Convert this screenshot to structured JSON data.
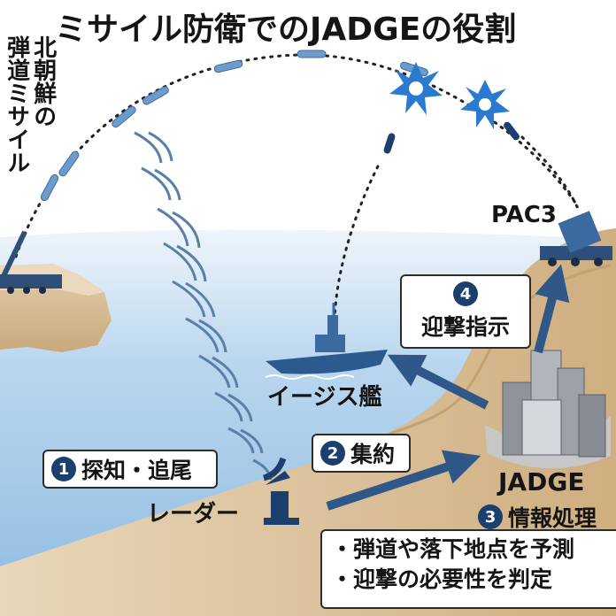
{
  "title": "ミサイル防衛でのJADGEの役割",
  "missile_label": [
    "北朝鮮の",
    "弾道ミサイル"
  ],
  "labels": {
    "pac3": "PAC3",
    "aegis": "イージス艦",
    "radar": "レーダー",
    "jadge": "JADGE"
  },
  "steps": [
    {
      "num": "1",
      "text": "探知・追尾"
    },
    {
      "num": "2",
      "text": "集約"
    },
    {
      "num": "3",
      "text": "情報処理"
    },
    {
      "num": "4",
      "text": "迎撃指示"
    }
  ],
  "processing_details": [
    "・弾道や落下地点を予測",
    "・迎撃の必要性を判定"
  ],
  "colors": {
    "navy": "#1c3f6e",
    "arrow": "#2f5788",
    "sea": "#b7d4ec",
    "sky": "#ffffff",
    "land": "#d4b98e",
    "missile": "#6d9bcc"
  }
}
